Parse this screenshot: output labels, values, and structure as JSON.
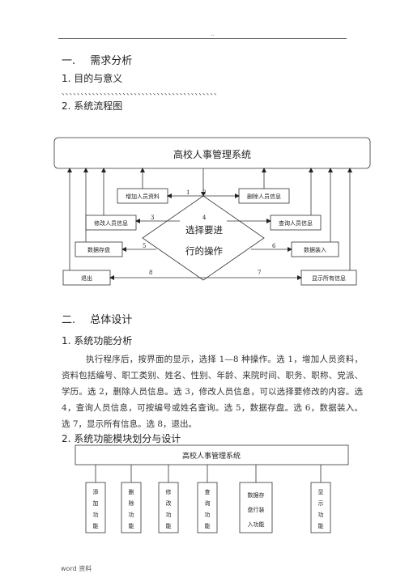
{
  "header": {
    "mark": "..",
    "footer": "word  资料"
  },
  "section1": {
    "heading_num": "一.",
    "heading": "需求分析",
    "sub1": "1. 目的与意义",
    "dots": "、、、、、、、、、、、、、、、、、、、、、、、、、、、、、、、、、、、、、、、、、",
    "sub2": "2. 系统流程图"
  },
  "flowchart": {
    "system": "高校人事管理系统",
    "center_line1": "选择要进",
    "center_line2": "行的操作",
    "boxes": {
      "add": "增加人员资料",
      "delete": "删除人员信息",
      "modify": "修改人员信息",
      "query": "查询人员信息",
      "save": "数据存盘",
      "load": "数据装入",
      "exit": "退出",
      "show": "显示所有信息"
    },
    "nums": [
      "1",
      "2",
      "3",
      "4",
      "5",
      "6",
      "7",
      "8"
    ]
  },
  "section2": {
    "heading_num": "二.",
    "heading": "总体设计",
    "sub1": "1. 系统功能分析",
    "paragraph": "执行程序后，按界面的显示，选择   1—8 种操作。选 1，增加人员资料，资料包括编号、职工类别、姓名、性别、年龄、来院时间、职务、职称、党派、学历。选 2，删除人员信息。选   3，修改人员信息，可以选择要修改的内容。选     4，查询人员信息，可按编号或姓名查询。选     5，数据存盘。选 6，数据装入。选 7，显示所有信息。选  8，退出。",
    "sub2": "2. 系统功能模块划分与设计"
  },
  "module_chart": {
    "system": "高校人事管理系统",
    "modules": [
      [
        "添",
        "加",
        "功",
        "能"
      ],
      [
        "删",
        "除",
        "功",
        "能"
      ],
      [
        "修",
        "改",
        "功",
        "能"
      ],
      [
        "查",
        "询",
        "功",
        "能"
      ],
      [
        "数据存",
        "盘行装",
        "入功能"
      ],
      [
        "显",
        "示",
        "功",
        "能"
      ]
    ]
  }
}
